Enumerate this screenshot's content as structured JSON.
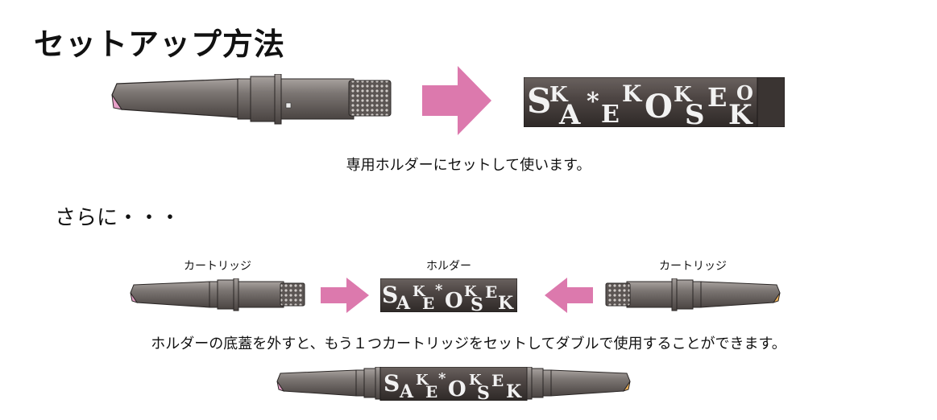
{
  "title": "セットアップ方法",
  "step1": {
    "caption": "専用ホルダーにセットして使います。"
  },
  "step2": {
    "heading": "さらに・・・",
    "label_left": "カートリッジ",
    "label_center": "ホルダー",
    "label_right": "カートリッジ",
    "caption": "ホルダーの底蓋を外すと、もう１つカートリッジをセットしてダブルで使用することができます。"
  },
  "holder_pattern_text": [
    "SKO",
    "KOKE",
    "KOSE",
    "KOS",
    "SE*",
    "KO"
  ],
  "colors": {
    "arrow": "#dc79ad",
    "cartridge_body": "#77716f",
    "holder_dark": "#4e4644",
    "tip_pink": "#e7a0c8",
    "tip_orange": "#f0b45a"
  }
}
